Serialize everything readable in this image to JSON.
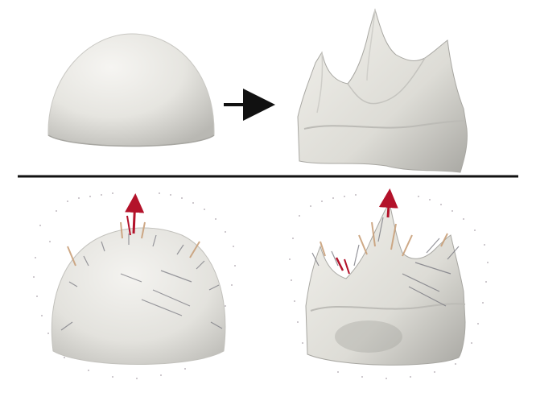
{
  "figure": {
    "description_free": true,
    "colors": {
      "background": "#ffffff",
      "surface_light": "#efeeea",
      "surface_mid": "#d9d8d2",
      "surface_shadow": "#9e9d99",
      "divider": "#111111",
      "arrow": "#111111",
      "vector_red": "#b3122a",
      "vector_gray": "#7a7a82",
      "vector_tan": "#c9a07a"
    },
    "panels": [
      {
        "name": "dome-before",
        "row": "top",
        "column": "left"
      },
      {
        "name": "tooth-after",
        "row": "top",
        "column": "right"
      },
      {
        "name": "dome-vector-field",
        "row": "bottom",
        "column": "left"
      },
      {
        "name": "tooth-vector-field",
        "row": "bottom",
        "column": "right"
      }
    ],
    "transform_arrow": {
      "icon": "right-arrow-icon"
    }
  }
}
